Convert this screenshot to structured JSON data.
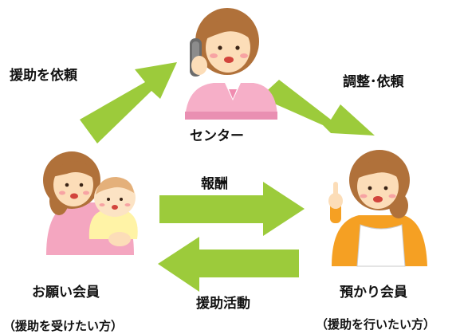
{
  "labels": {
    "request_support": "援助を依頼",
    "coordinate_request": "調整･依頼",
    "center": "センター",
    "payment": "報酬",
    "support_activity": "援助活動",
    "requesting_member": "お願い会員",
    "requesting_member_note": "（援助を受けたい方）",
    "providing_member": "預かり会員",
    "providing_member_note": "（援助を行いたい方）"
  },
  "colors": {
    "arrow_green": "#9CCB3B",
    "center_uniform": "#F6AFC8",
    "provider_shirt": "#F5A023",
    "requester_shirt": "#F4A6C0",
    "hair": "#B0713A",
    "skin": "#FCDDB8"
  }
}
